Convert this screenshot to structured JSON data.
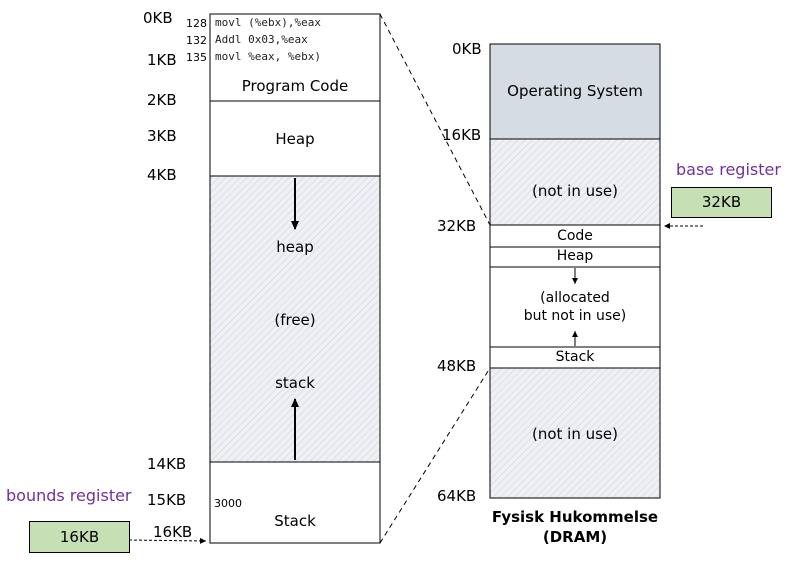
{
  "colors": {
    "os_fill": "#d6dce4",
    "hatch_fill": "#eef0f4",
    "register_fill": "#c6e0b4",
    "register_label": "#7030a0"
  },
  "virtual": {
    "addresses": [
      "0KB",
      "1KB",
      "2KB",
      "3KB",
      "4KB",
      "14KB",
      "15KB",
      "16KB"
    ],
    "code_lines": [
      {
        "addr": "128",
        "instr": "movl (%ebx),%eax"
      },
      {
        "addr": "132",
        "instr": "Addl 0x03,%eax"
      },
      {
        "addr": "135",
        "instr": "movl %eax, %ebx)"
      }
    ],
    "segments": {
      "program_code": "Program Code",
      "heap": "Heap",
      "heap_grow": "heap",
      "free": "(free)",
      "stack_grow": "stack",
      "stack": "Stack",
      "stack_addr": "3000"
    }
  },
  "physical": {
    "addresses": [
      "0KB",
      "16KB",
      "32KB",
      "48KB",
      "64KB"
    ],
    "segments": {
      "os": "Operating System",
      "not_in_use_1": "(not in use)",
      "code": "Code",
      "heap": "Heap",
      "allocated_1": "(allocated",
      "allocated_2": "but not in use)",
      "stack": "Stack",
      "not_in_use_2": "(not in use)"
    },
    "caption_1": "Fysisk Hukommelse",
    "caption_2": "(DRAM)"
  },
  "registers": {
    "base_label": "base register",
    "base_value": "32KB",
    "bounds_label": "bounds register",
    "bounds_value": "16KB"
  }
}
